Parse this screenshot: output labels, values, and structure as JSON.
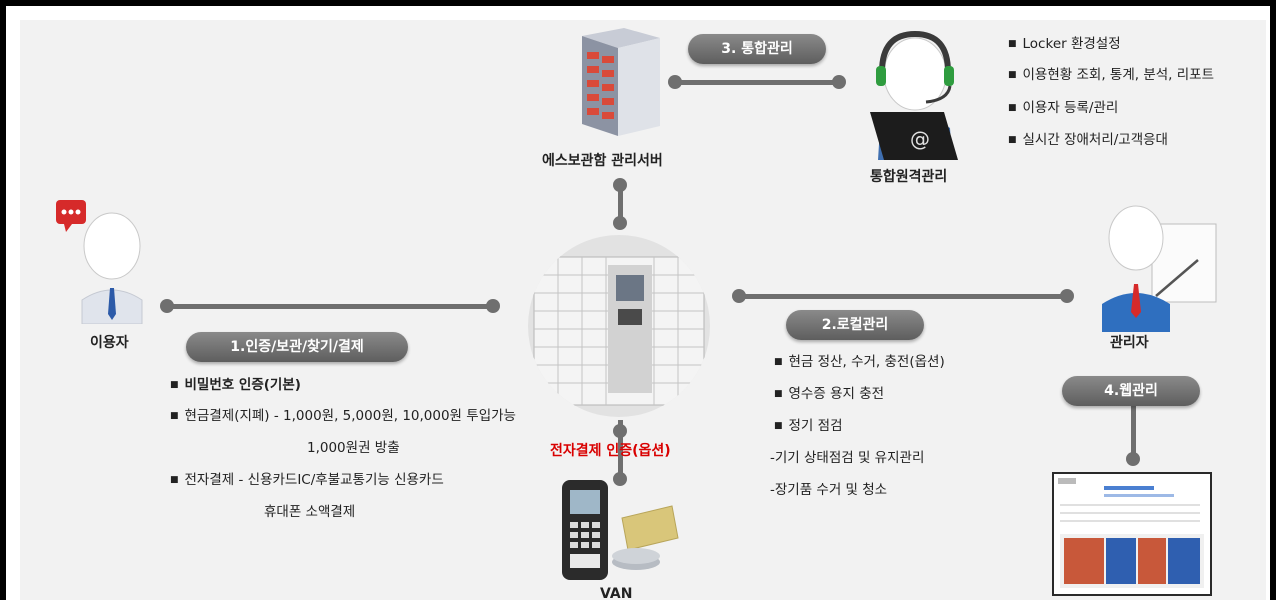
{
  "nodes": {
    "server": "에스보관함 관리서버",
    "remote": "통합원격관리",
    "user": "이용자",
    "admin": "관리자",
    "van": "VAN"
  },
  "pills": {
    "integrated": "3. 통합관리",
    "auth": "1.인증/보관/찾기/결제",
    "local": "2.로컬관리",
    "web": "4.웹관리"
  },
  "remote_features": [
    "Locker 환경설정",
    "이용현황 조회, 통계, 분석, 리포트",
    "이용자 등록/관리",
    "실시간 장애처리/고객응대"
  ],
  "user_features": {
    "f1": "비밀번호 인증(기본)",
    "f2": "현금결제(지폐) - 1,000원, 5,000원, 10,000원 투입가능",
    "f2b": "1,000원권 방출",
    "f3": "전자결제 - 신용카드IC/후불교통기능 신용카드",
    "f3b": "휴대폰 소액결제"
  },
  "local_features": [
    "현금 정산, 수거, 충전(옵션)",
    "영수증 용지 충전",
    "정기 점검"
  ],
  "local_subitems": [
    "-기기 상태점검 및 유지관리",
    "-장기품 수거 및 청소"
  ],
  "epay_label": "전자결제 인증(옵션)",
  "colors": {
    "connector": "#6f6f6f",
    "epay": "#d90000",
    "panel": "#f2f2f2"
  }
}
